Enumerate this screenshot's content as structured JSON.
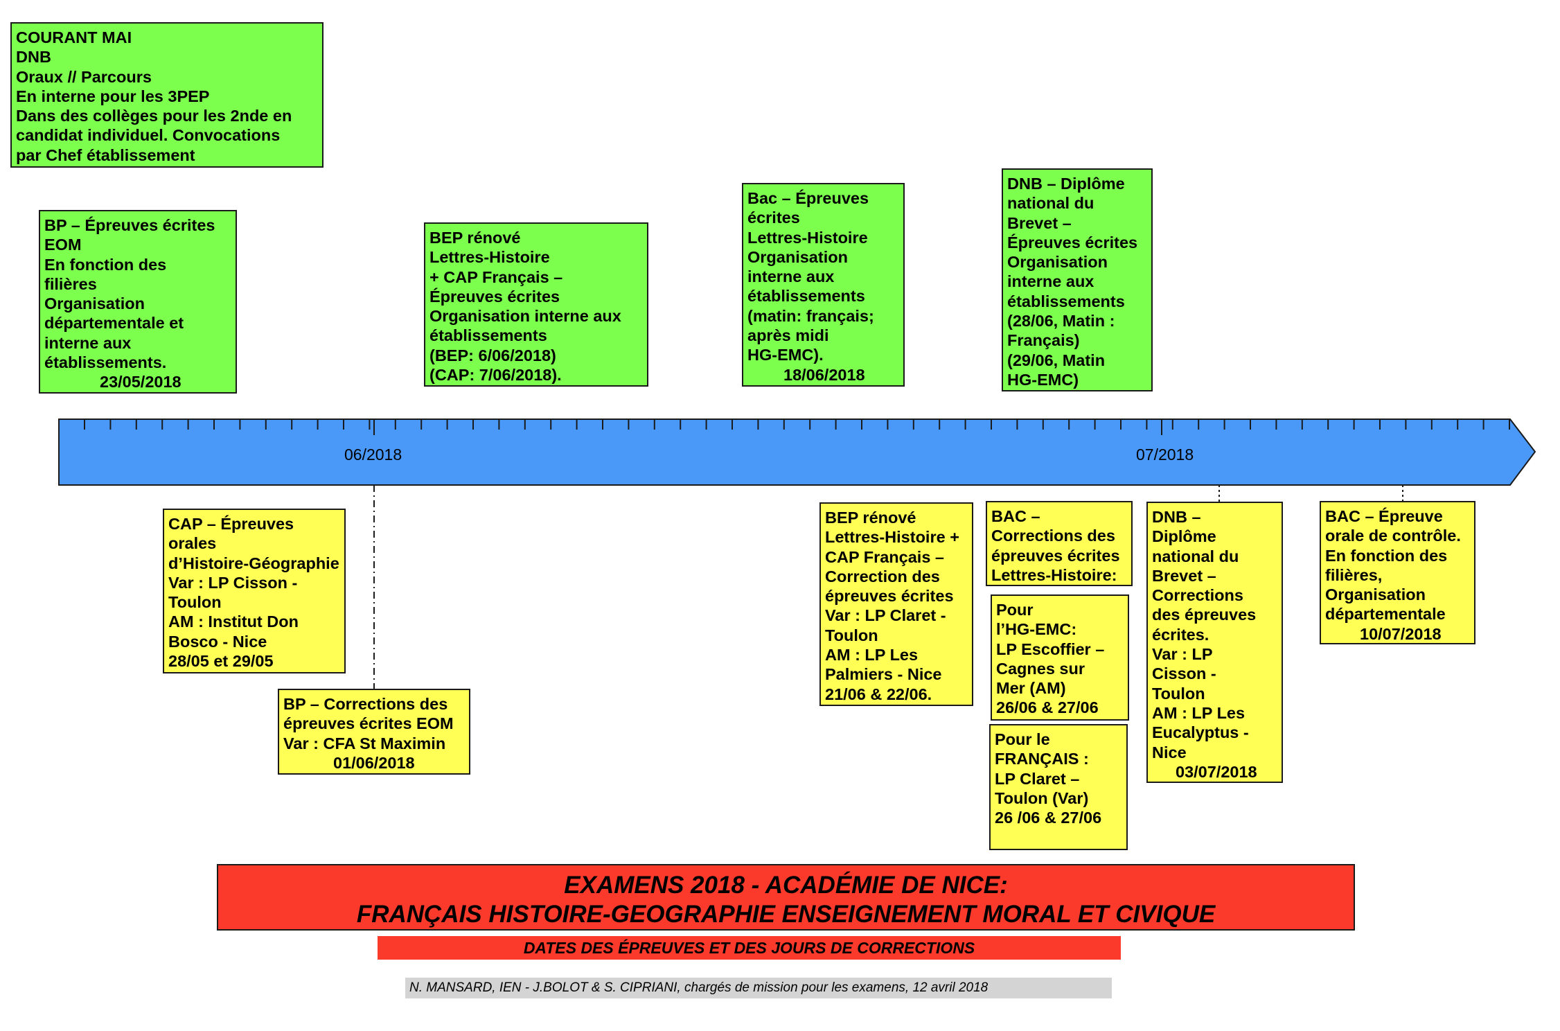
{
  "timeline": {
    "months": [
      {
        "label": "06/2018"
      },
      {
        "label": "07/2018"
      }
    ],
    "colors": {
      "bar": "#4a98f7",
      "above_box": "#7cff4d",
      "below_box": "#ffff55",
      "title": "#fb3a2c"
    }
  },
  "events_above": [
    {
      "id": "courant-mai",
      "lines": [
        "COURANT MAI",
        "DNB",
        "Oraux // Parcours",
        "En interne pour les 3PEP",
        "Dans des collèges pour les 2nde en",
        "candidat individuel. Convocations",
        "par Chef établissement"
      ],
      "date": ""
    },
    {
      "id": "bp-ecrites",
      "lines": [
        "BP – Épreuves écrites",
        "EOM",
        "En fonction des",
        "filières",
        "Organisation",
        "départementale et",
        "interne aux",
        "établissements."
      ],
      "date": "23/05/2018"
    },
    {
      "id": "bep-cap-ecrites",
      "lines": [
        "BEP rénové",
        "Lettres-Histoire",
        "+ CAP Français –",
        "Épreuves écrites",
        "Organisation interne aux",
        "établissements",
        "(BEP: 6/06/2018)",
        "(CAP: 7/06/2018)."
      ],
      "date": ""
    },
    {
      "id": "bac-ecrites",
      "lines": [
        "Bac – Épreuves",
        "écrites",
        "Lettres-Histoire",
        "Organisation",
        "interne aux",
        "établissements",
        "(matin: français;",
        "après midi",
        "HG-EMC)."
      ],
      "date": "18/06/2018"
    },
    {
      "id": "dnb-ecrites",
      "lines": [
        "DNB – Diplôme",
        "national du",
        "Brevet –",
        "Épreuves écrites",
        "Organisation",
        "interne aux",
        "établissements",
        "(28/06, Matin :",
        "Français)",
        "(29/06, Matin",
        "HG-EMC)"
      ],
      "date": ""
    }
  ],
  "events_below": [
    {
      "id": "cap-orales",
      "lines": [
        "CAP – Épreuves",
        "orales",
        "d’Histoire-Géographie",
        "Var : LP Cisson -",
        "Toulon",
        "AM : Institut Don",
        "Bosco - Nice",
        "28/05 et 29/05"
      ],
      "date": ""
    },
    {
      "id": "bp-corrections",
      "lines": [
        "BP – Corrections des",
        "épreuves écrites EOM",
        "Var : CFA St Maximin"
      ],
      "date": "01/06/2018"
    },
    {
      "id": "bep-cap-corrections",
      "lines": [
        "BEP rénové",
        "Lettres-Histoire +",
        "CAP Français –",
        "Correction des",
        "épreuves écrites",
        "Var : LP Claret -",
        "Toulon",
        "AM : LP Les",
        "Palmiers - Nice",
        "21/06 & 22/06."
      ],
      "date": ""
    },
    {
      "id": "bac-corrections",
      "lines": [
        "BAC –",
        "Corrections des",
        "épreuves écrites",
        "Lettres-Histoire:"
      ],
      "date": ""
    },
    {
      "id": "bac-hg-emc",
      "lines": [
        "Pour",
        "l’HG-EMC:",
        "LP Escoffier –",
        "Cagnes sur",
        "Mer (AM)",
        "26/06 & 27/06"
      ],
      "date": ""
    },
    {
      "id": "bac-francais",
      "lines": [
        "Pour le",
        "FRANÇAIS :",
        "LP Claret –",
        "Toulon (Var)",
        "26 /06 & 27/06"
      ],
      "date": ""
    },
    {
      "id": "dnb-corrections",
      "lines": [
        "DNB –",
        "Diplôme",
        "national du",
        "Brevet –",
        "Corrections",
        "des épreuves",
        "écrites.",
        "Var : LP",
        "Cisson -",
        "Toulon",
        "AM : LP Les",
        "Eucalyptus -",
        "Nice"
      ],
      "date": "03/07/2018"
    },
    {
      "id": "bac-orale-controle",
      "lines": [
        "BAC – Épreuve",
        "orale de contrôle.",
        "En fonction des",
        "filières,",
        "Organisation",
        "départementale"
      ],
      "date": "10/07/2018"
    }
  ],
  "title": {
    "line1": "EXAMENS 2018 - ACADÉMIE DE NICE:",
    "line2": "FRANÇAIS HISTOIRE-GEOGRAPHIE ENSEIGNEMENT MORAL ET CIVIQUE"
  },
  "subtitle": "DATES DES ÉPREUVES ET DES JOURS DE CORRECTIONS",
  "credit": "N. MANSARD, IEN - J.BOLOT & S. CIPRIANI, chargés de mission pour les examens, 12 avril 2018"
}
